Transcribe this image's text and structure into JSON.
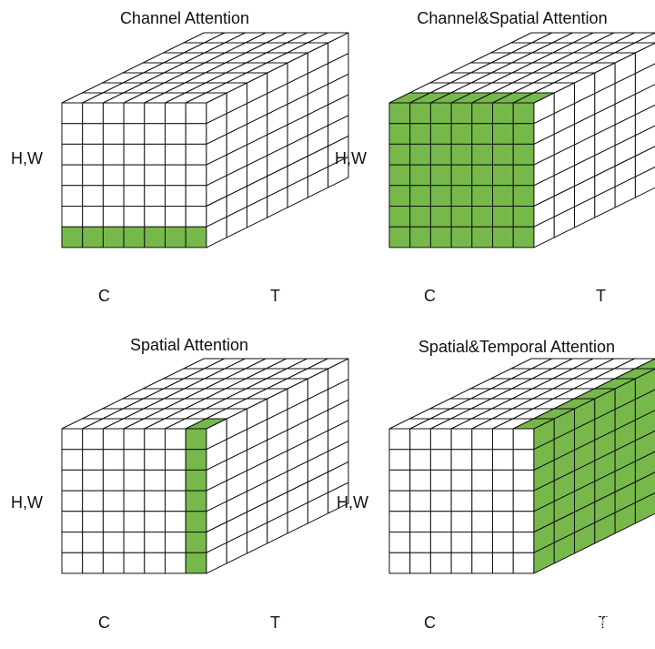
{
  "colors": {
    "highlight": "#77B84B",
    "highlight_edge": "#4F8A2A",
    "line": "#111111",
    "face": "#ffffff"
  },
  "panels": [
    {
      "title": "Channel Attention",
      "label_hw": "H,W",
      "label_c": "C",
      "label_t": "T",
      "highlight": "channel"
    },
    {
      "title": "Channel&Spatial Attention",
      "label_hw": "H,W",
      "label_c": "C",
      "label_t": "T",
      "highlight": "channel_spatial"
    },
    {
      "title": "Spatial Attention",
      "label_hw": "H,W",
      "label_c": "C",
      "label_t": "T",
      "highlight": "spatial"
    },
    {
      "title": "Spatial&Temporal Attention",
      "label_hw": "H,W",
      "label_c": "C",
      "label_t": "T",
      "highlight": "spatial_temporal"
    }
  ],
  "grid": {
    "cells_per_edge": 7
  },
  "watermark": "知乎 @阿毅Aryi"
}
